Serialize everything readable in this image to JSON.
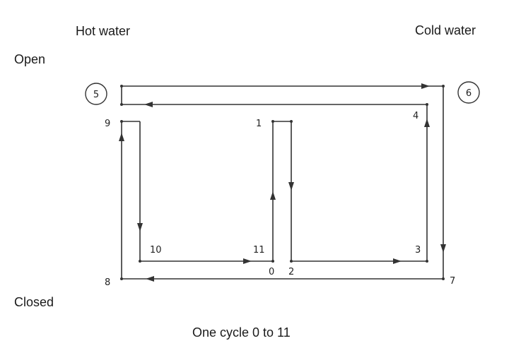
{
  "labels": {
    "hot_water": "Hot water",
    "cold_water": "Cold water",
    "open": "Open",
    "closed": "Closed",
    "caption": "One cycle 0 to 11"
  },
  "valves": {
    "hot": "5",
    "cold": "6"
  },
  "points": {
    "p0": "0",
    "p1": "1",
    "p2": "2",
    "p3": "3",
    "p4": "4",
    "p7": "7",
    "p8": "8",
    "p9": "9",
    "p10": "10",
    "p11": "11"
  },
  "colors": {
    "line": "#333333",
    "text": "#1a1a1a"
  }
}
